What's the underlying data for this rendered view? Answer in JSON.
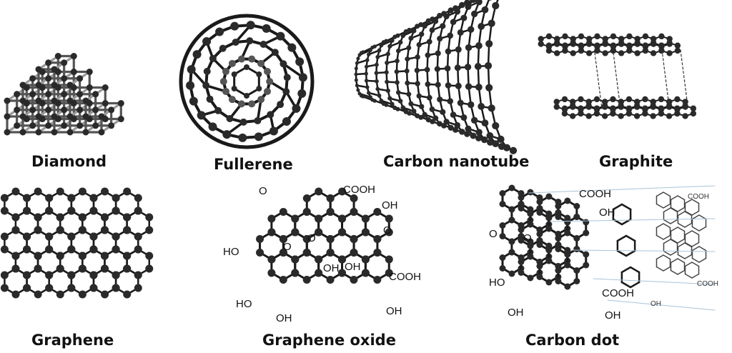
{
  "labels": {
    "diamond": "Diamond",
    "fullerene": "Fullerene",
    "nanotube": "Carbon nanotube",
    "graphite": "Graphite",
    "graphene": "Graphene",
    "graphene_oxide": "Graphene oxide",
    "carbon_dot": "Carbon dot"
  },
  "groups": {
    "cooh": "COOH",
    "oh": "OH",
    "ho": "HO",
    "o": "O"
  },
  "colors": {
    "atom": "#2a2a2a",
    "bond": "#1a1a1a",
    "bond_light": "#9a9a9a",
    "guide": "#a9c4d8"
  }
}
